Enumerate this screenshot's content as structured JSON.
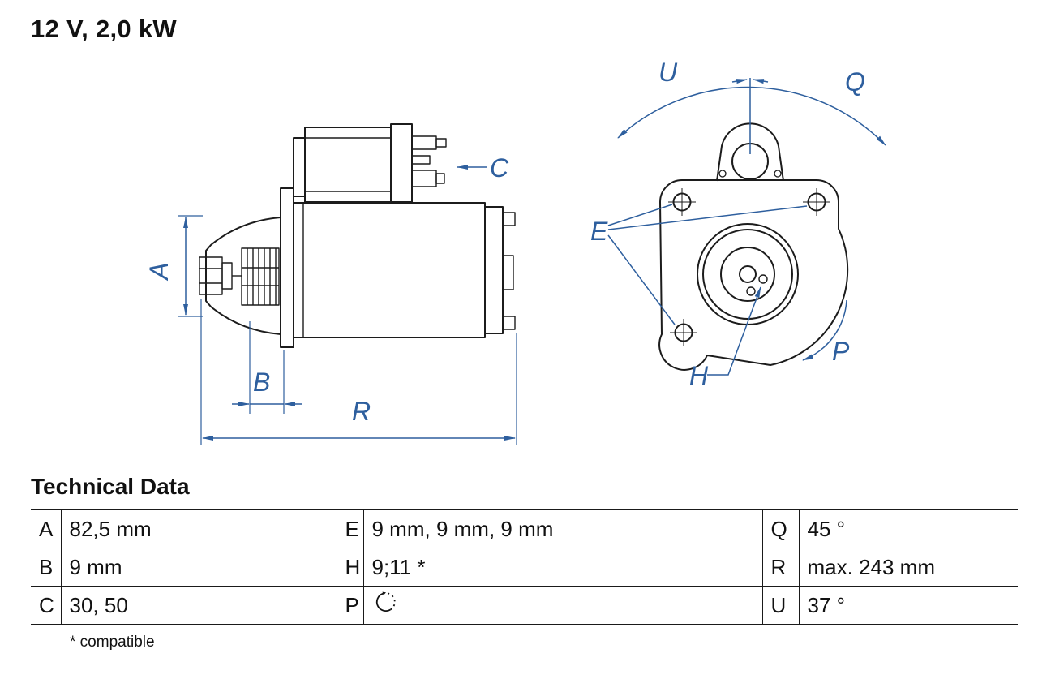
{
  "page": {
    "title": "12 V, 2,0 kW"
  },
  "diagram": {
    "side_view": {
      "labels": {
        "A": "A",
        "B": "B",
        "C": "C",
        "R": "R"
      }
    },
    "front_view": {
      "labels": {
        "U": "U",
        "Q": "Q",
        "E": "E",
        "H": "H",
        "P": "P"
      }
    }
  },
  "technical_data": {
    "heading": "Technical Data",
    "rows": [
      {
        "cells": [
          {
            "label": "A",
            "value": "82,5 mm"
          },
          {
            "label": "E",
            "value": "9 mm, 9 mm, 9 mm"
          },
          {
            "label": "Q",
            "value": "45 °"
          }
        ]
      },
      {
        "cells": [
          {
            "label": "B",
            "value": "9 mm"
          },
          {
            "label": "H",
            "value": "9;11 *"
          },
          {
            "label": "R",
            "value": "max. 243 mm"
          }
        ]
      },
      {
        "cells": [
          {
            "label": "C",
            "value": "30, 50"
          },
          {
            "label": "P",
            "value": "",
            "icon": "ccw-rotation-icon"
          },
          {
            "label": "U",
            "value": "37 °"
          }
        ]
      }
    ],
    "footnote": "* compatible"
  },
  "colors": {
    "dimension_blue": "#2e5f9e",
    "drawing": "#1a1a1a"
  }
}
